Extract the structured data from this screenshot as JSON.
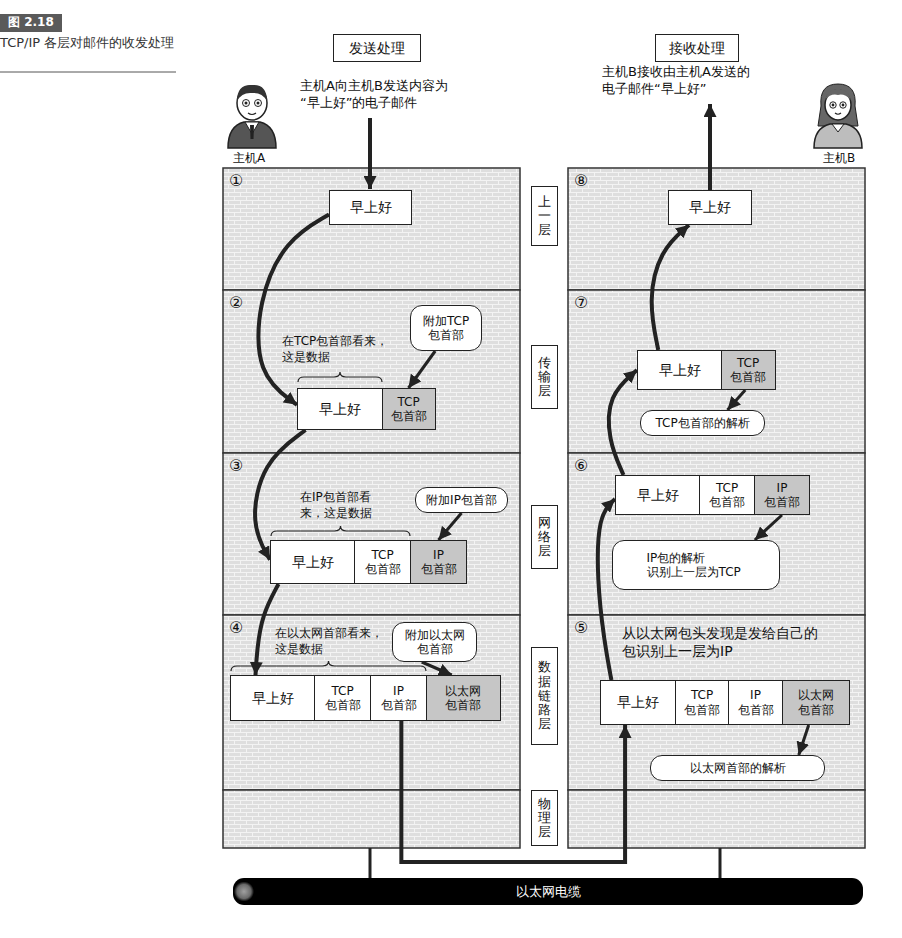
{
  "diagram": {
    "title": "图 2.18",
    "caption": "TCP/IP 各层对邮件的收发处理",
    "nodes": [
      {
        "text": [
          "发送处理"
        ]
      },
      {
        "text": [
          "接收处理"
        ]
      },
      {
        "text": [
          "①"
        ]
      },
      {
        "text": [
          "早上好"
        ],
        "in": 2
      },
      {
        "text": [
          "⑧"
        ]
      },
      {
        "text": [
          "早上好"
        ],
        "in": 4
      },
      {
        "text": [
          "上一层"
        ]
      },
      {
        "text": [
          "②"
        ]
      },
      {
        "text": [
          "附加TCP 包首部"
        ],
        "in": 7
      },
      {
        "text": [
          "早上好"
        ],
        "in": 7
      },
      {
        "text": [
          "TCP 包首部"
        ],
        "in": 7
      },
      {
        "text": [
          "传输层"
        ]
      },
      {
        "text": [
          "⑦"
        ]
      },
      {
        "text": [
          "早上好"
        ],
        "in": 12
      },
      {
        "text": [
          "TCP 包首部"
        ],
        "in": 12
      },
      {
        "text": [
          "TCP包首部的解析"
        ],
        "in": 12
      },
      {
        "text": [
          "③"
        ]
      },
      {
        "text": [
          "附加IP包首部"
        ],
        "in": 16
      },
      {
        "text": [
          "早上好"
        ],
        "in": 16
      },
      {
        "text": [
          "TCP 包首部"
        ],
        "in": 16
      },
      {
        "text": [
          "IP 包首部"
        ],
        "in": 16
      },
      {
        "text": [
          "网络层"
        ]
      },
      {
        "text": [
          "⑥"
        ]
      },
      {
        "text": [
          "早上好"
        ],
        "in": 22
      },
      {
        "text": [
          "TCP 包首部"
        ],
        "in": 22
      },
      {
        "text": [
          "IP 包首部"
        ],
        "in": 22
      },
      {
        "text": [
          "IP包的解析 识别上一层为TCP"
        ],
        "in": 22
      },
      {
        "text": [
          "④"
        ]
      },
      {
        "text": [
          "附加以太网 包首部"
        ],
        "in": 27
      },
      {
        "text": [
          "早上好"
        ],
        "in": 27
      },
      {
        "text": [
          "TCP 包首部"
        ],
        "in": 27
      },
      {
        "text": [
          "IP 包首部"
        ],
        "in": 27
      },
      {
        "text": [
          "以太网 包首部"
        ],
        "in": 27
      },
      {
        "text": [
          "数据链路层"
        ]
      },
      {
        "text": [
          "⑤"
        ]
      },
      {
        "text": [
          "早上好"
        ],
        "in": 34
      },
      {
        "text": [
          "TCP 包首部"
        ],
        "in": 34
      },
      {
        "text": [
          "IP 包首部"
        ],
        "in": 34
      },
      {
        "text": [
          "以太网 包首部"
        ],
        "in": 34
      },
      {
        "text": [
          "以太网首部的解析"
        ],
        "in": 34
      },
      {
        "text": [
          "物理层"
        ]
      },
      {
        "text": [
          "以太网电缆"
        ]
      }
    ],
    "edges": [
      {
        "from": 3,
        "to": 9,
        "arrow": "to"
      },
      {
        "from": 9,
        "to": 18,
        "arrow": "to"
      },
      {
        "from": 18,
        "to": 29,
        "arrow": "to"
      },
      {
        "from": 31,
        "to": 35,
        "arrow": "to"
      },
      {
        "from": 35,
        "to": 23,
        "arrow": "to"
      },
      {
        "from": 23,
        "to": 13,
        "arrow": "to"
      },
      {
        "from": 13,
        "to": 5,
        "arrow": "to"
      },
      {
        "from": 8,
        "to": 10,
        "arrow": "to"
      },
      {
        "from": 17,
        "to": 20,
        "arrow": "to"
      },
      {
        "from": 28,
        "to": 32,
        "arrow": "to"
      },
      {
        "from": 14,
        "to": 15,
        "arrow": "to"
      },
      {
        "from": 25,
        "to": 26,
        "arrow": "to"
      },
      {
        "from": 38,
        "to": 39,
        "arrow": "to"
      }
    ],
    "labels": [
      "主机A",
      "主机A向主机B发送内容为 “早上好”的电子邮件",
      "主机B",
      "主机B接收由主机A发送的 电子邮件“早上好”",
      "在TCP包首部看来， 这是数据",
      "在IP包首部看 来，这是数据",
      "在以太网首部看来， 这是数据",
      "从以太网包头发现是发给自己的 包识别上一层为IP"
    ]
  }
}
